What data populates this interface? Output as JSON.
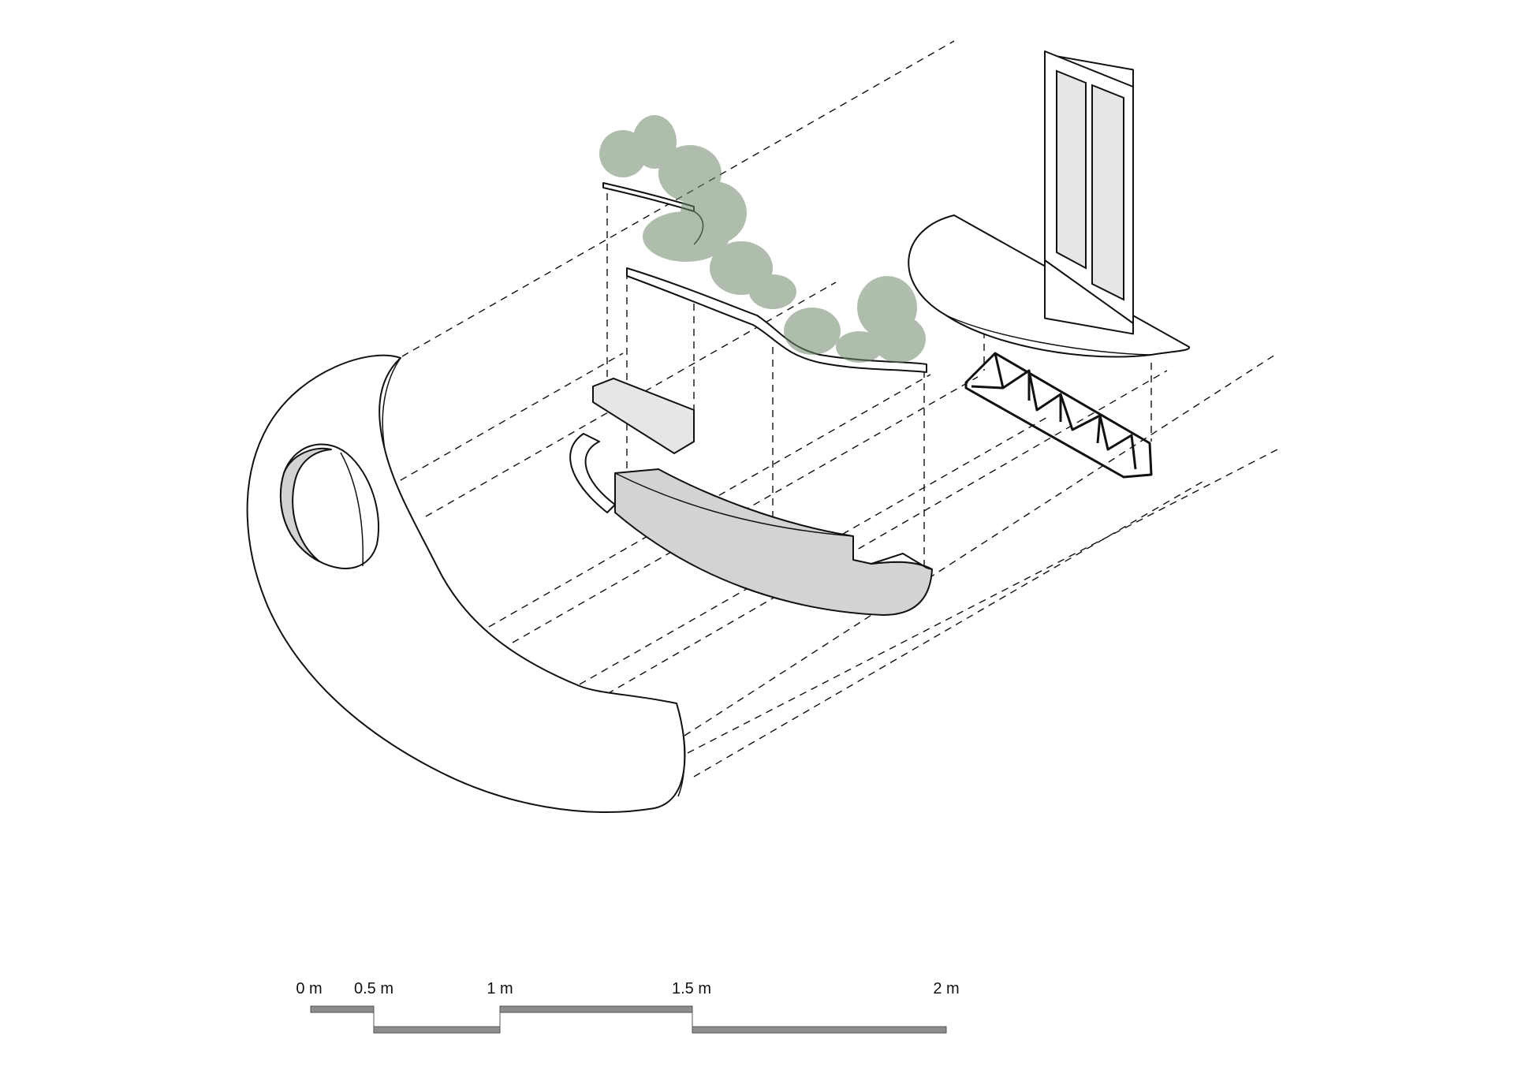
{
  "scale_bar": {
    "labels": [
      "0 m",
      "0.5 m",
      "1 m",
      "1.5 m",
      "2 m"
    ],
    "bar_color": "#8c8c8c"
  },
  "colors": {
    "line": "#111111",
    "panel_fill": "#d3d3d3",
    "glass_fill": "#e6e6e6",
    "foliage": "#6f8a6a"
  }
}
